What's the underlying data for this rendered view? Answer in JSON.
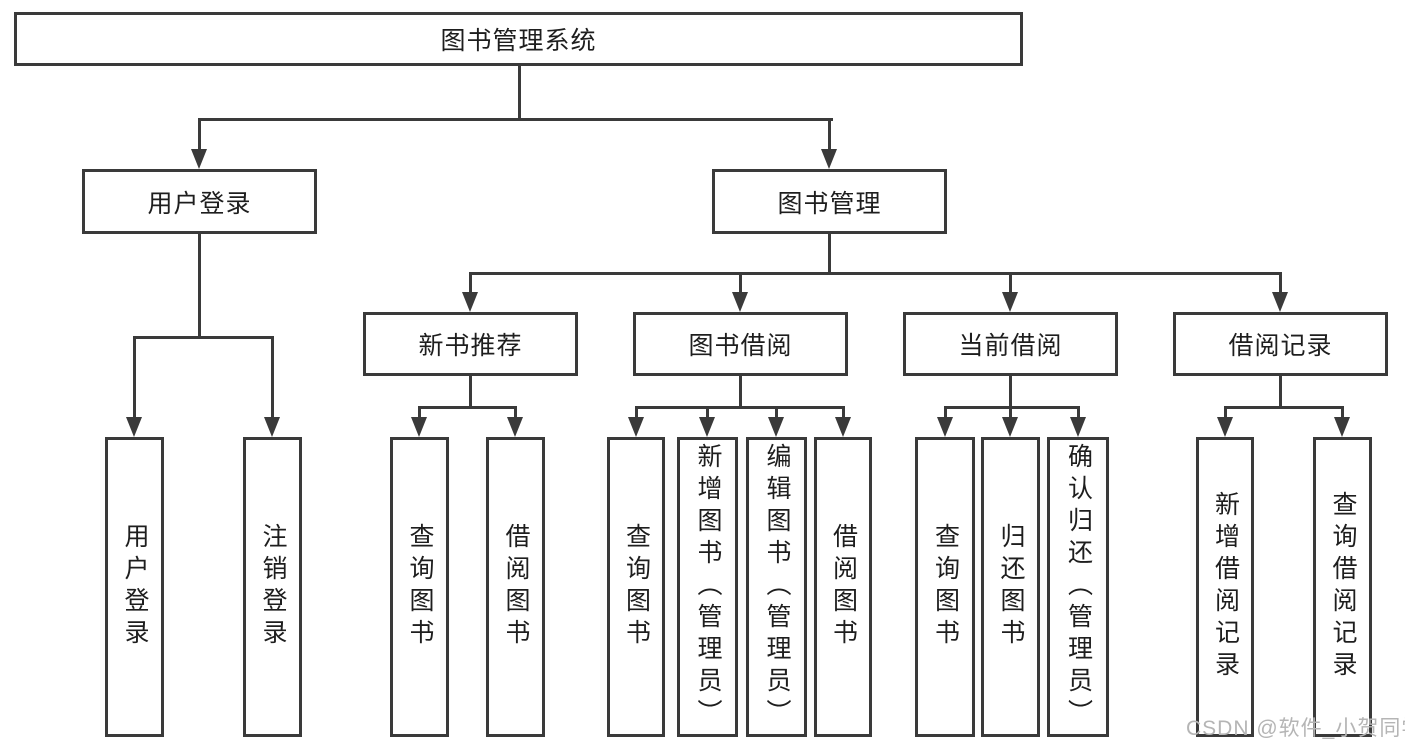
{
  "colors": {
    "line": "#3a3a3a",
    "box_border": "#3a3a3a",
    "text": "#1e1e1e",
    "watermark": "#b5b5b5",
    "background": "#ffffff"
  },
  "tree": {
    "root": {
      "label": "图书管理系统",
      "children": [
        {
          "label": "用户登录",
          "children": [
            {
              "label": "用户登录"
            },
            {
              "label": "注销登录"
            }
          ]
        },
        {
          "label": "图书管理",
          "children": [
            {
              "label": "新书推荐",
              "children": [
                {
                  "label": "查询图书"
                },
                {
                  "label": "借阅图书"
                }
              ]
            },
            {
              "label": "图书借阅",
              "children": [
                {
                  "label": "查询图书"
                },
                {
                  "label": "新增图书（管理员）"
                },
                {
                  "label": "编辑图书（管理员）"
                },
                {
                  "label": "借阅图书"
                }
              ]
            },
            {
              "label": "当前借阅",
              "children": [
                {
                  "label": "查询图书"
                },
                {
                  "label": "归还图书"
                },
                {
                  "label": "确认归还（管理员）"
                }
              ]
            },
            {
              "label": "借阅记录",
              "children": [
                {
                  "label": "新增借阅记录"
                },
                {
                  "label": "查询借阅记录"
                }
              ]
            }
          ]
        }
      ]
    }
  },
  "watermark": {
    "text": "CSDN @软件_小贺同学"
  }
}
